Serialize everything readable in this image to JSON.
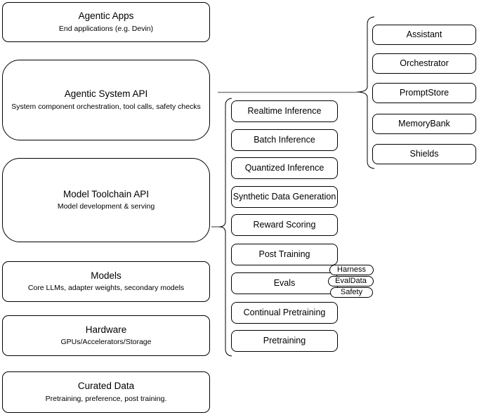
{
  "colors": {
    "node_border": "#000000",
    "node_fill": "#ffffff",
    "brace_stroke": "#000000",
    "connector_stroke": "#808080",
    "text": "#000000"
  },
  "left_stack": {
    "items": [
      {
        "title": "Agentic Apps",
        "subtitle": "End applications (e.g. Devin)"
      },
      {
        "title": "Agentic System API",
        "subtitle": "System component orchestration, tool calls, safety checks"
      },
      {
        "title": "Model Toolchain API",
        "subtitle": "Model development & serving"
      },
      {
        "title": "Models",
        "subtitle": "Core LLMs, adapter weights, secondary models"
      },
      {
        "title": "Hardware",
        "subtitle": "GPUs/Accelerators/Storage"
      },
      {
        "title": "Curated Data",
        "subtitle": "Pretraining, preference, post training."
      }
    ]
  },
  "toolchain_stack": {
    "items": [
      {
        "label": "Realtime Inference"
      },
      {
        "label": "Batch Inference"
      },
      {
        "label": "Quantized Inference"
      },
      {
        "label": "Synthetic Data Generation"
      },
      {
        "label": "Reward Scoring"
      },
      {
        "label": "Post Training"
      },
      {
        "label": "Evals"
      },
      {
        "label": "Continual Pretraining"
      },
      {
        "label": "Pretraining"
      }
    ]
  },
  "system_stack": {
    "items": [
      {
        "label": "Assistant"
      },
      {
        "label": "Orchestrator"
      },
      {
        "label": "PromptStore"
      },
      {
        "label": "MemoryBank"
      },
      {
        "label": "Shields"
      }
    ]
  },
  "eval_pills": {
    "items": [
      {
        "label": "Harness"
      },
      {
        "label": "EvalData"
      },
      {
        "label": "Safety"
      }
    ]
  }
}
